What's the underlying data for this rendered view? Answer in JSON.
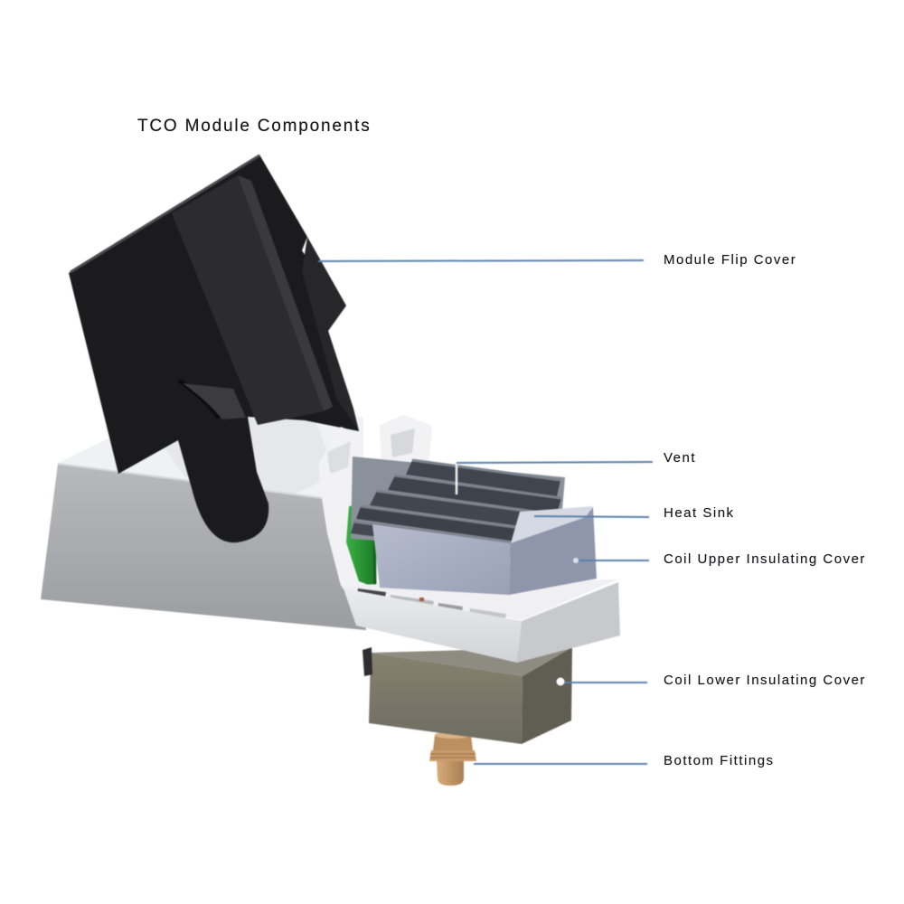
{
  "title": "TCO Module Components",
  "labels": [
    {
      "id": "module-flip-cover",
      "text": "Module Flip Cover"
    },
    {
      "id": "vent",
      "text": "Vent"
    },
    {
      "id": "heat-sink",
      "text": "Heat Sink"
    },
    {
      "id": "coil-upper-insulating-cover",
      "text": "Coil Upper Insulating Cover"
    },
    {
      "id": "coil-lower-insulating-cover",
      "text": "Coil Lower Insulating Cover"
    },
    {
      "id": "bottom-fittings",
      "text": "Bottom Fittings"
    }
  ],
  "colors": {
    "background": "#ffffff",
    "flip_cover": "#1b1b1d",
    "base_housing": "#b2b3b6",
    "heat_sink_fins": "#41464e",
    "coil_upper_cover": "#aab1c6",
    "coil_lower_cover": "#7d7a70",
    "bottom_fittings": "#c9996a",
    "coil_green": "#2fa13a",
    "leader_line": "#5b80a8",
    "label_text": "#17171a"
  }
}
